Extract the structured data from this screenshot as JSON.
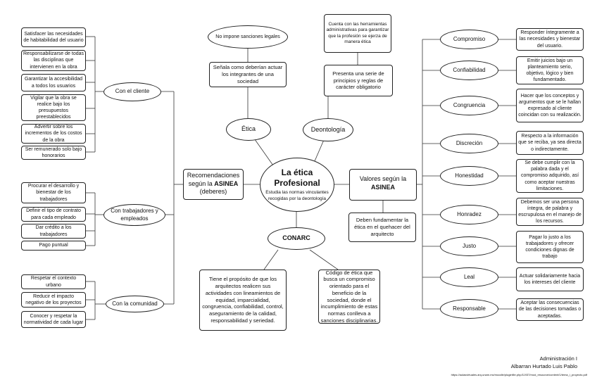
{
  "center": {
    "title": "La ética Profesional",
    "sub": "Estudia las normas vinculantes recogidas por la deontología"
  },
  "etica": {
    "label": "Ética",
    "desc": "Señala como deberían actuar los integrantes de una sociedad",
    "note": "No impone sanciones legales"
  },
  "deontologia": {
    "label": "Deontología",
    "desc": "Presenta una serie de principios y reglas de carácter obligatorio",
    "note": "Cuenta con las herramientas administrativas para garantizar que la profesión se ejerza de manera ética"
  },
  "conarc": {
    "label": "CONARC",
    "left": "Tiene el propósito de que los arquitectos realicen sus actividades con lineamientos de equidad, imparcialidad, congruencia, confiabilidad, control, aseguramiento de la calidad, responsabilidad y seriedad.",
    "right": "Código de ética que busca un compromiso orientado para el beneficio de la sociedad, donde el incumplimiento de estas normas conlleva a sanciones disciplinarias."
  },
  "recom": {
    "pre": "Recomendaciones según la ",
    "bold": "ASINEA",
    "post": " (deberes)"
  },
  "valores": {
    "pre": "Valores según la ",
    "bold": "ASINEA",
    "desc": "Deben fundamentar la ética en el quehacer del arquitecto"
  },
  "cliente": {
    "label": "Con el cliente",
    "items": [
      "Satisfacer las necesidades de habitabilidad del usuario",
      "Responsabilizarse de todas las disciplinas que intervienen en la obra",
      "Garantizar la accesibilidad a todos los usuarios",
      "Vigilar que la obra se realice bajo los presupuestos preestablecidos",
      "Advertir sobre los incrementos de los costos de la obra",
      "Ser remunerado solo bajo honorarios"
    ]
  },
  "trabajadores": {
    "label": "Con trabajadores y empleados",
    "items": [
      "Procurar el desarrollo y bienestar de los trabajadores",
      "Definir el tipo de contrato para cada empleado",
      "Dar crédito a los trabajadores",
      "Pago puntual"
    ]
  },
  "comunidad": {
    "label": "Con la comunidad",
    "items": [
      "Respetar el contexto urbano",
      "Reducir el impacto negativo de los proyectos",
      "Conocer y respetar la normatividad de cada lugar"
    ]
  },
  "values": [
    {
      "name": "Compromiso",
      "desc": "Responder íntegramente a las necesidades y bienestar del usuario."
    },
    {
      "name": "Confiabilidad",
      "desc": "Emitir juicios bajo un planteamiento serio, objetivo, lógico y bien fundamentado."
    },
    {
      "name": "Congruencia",
      "desc": "Hacer que los conceptos y argumentos que se le hallan expresado al cliente coincidan con su realización."
    },
    {
      "name": "Discreción",
      "desc": "Respecto a la información que se reciba, ya sea directa o indirectamente."
    },
    {
      "name": "Honestidad",
      "desc": "Se debe cumplir con la palabra dada y el compromiso adquirido, así como aceptar nuestras limitaciones."
    },
    {
      "name": "Honradez",
      "desc": "Debemos ser una persona íntegra, de palabra y escrupulosa en el manejo de los recursos."
    },
    {
      "name": "Justo",
      "desc": "Pagar lo justo a los trabajadores y ofrecer condiciones dignas de trabajo"
    },
    {
      "name": "Leal",
      "desc": "Actuar solidariamente hacia los intereses del cliente"
    },
    {
      "name": "Responsable",
      "desc": "Aceptar las consecuencias de las decisiones tomadas o aceptadas."
    }
  ],
  "footer": {
    "course": "Administración I",
    "author": "Albarran Hurtado Luis Pablo",
    "url": "https://aulasvirtuales.arq.unam.mx/moodle/pluginfile.php/11937/mod_resource/content/1/tema_i_proyecto.pdf"
  }
}
